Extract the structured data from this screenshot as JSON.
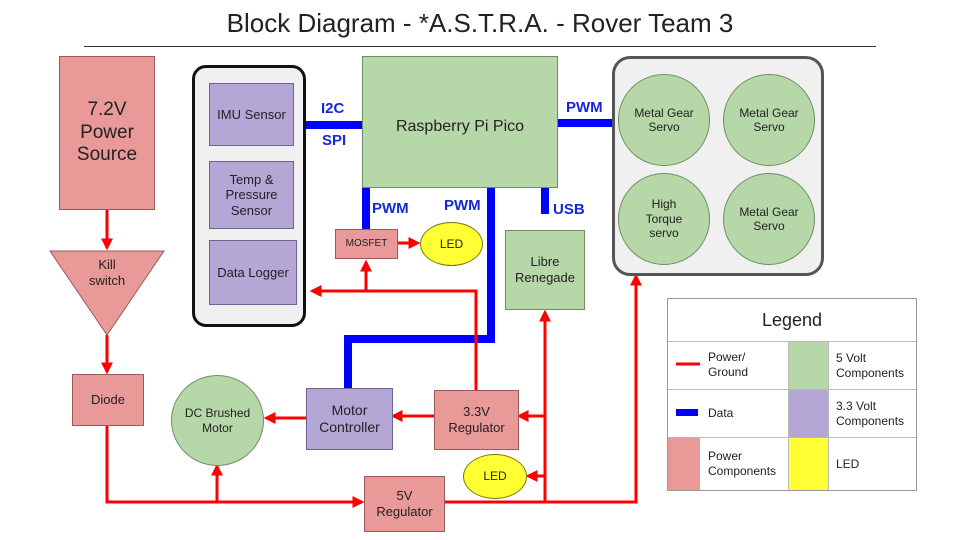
{
  "title": "Block Diagram - *A.S.T.R.A. - Rover Team 3",
  "blocks": {
    "power_source": "7.2V Power Source",
    "kill_switch": "Kill switch",
    "diode": "Diode",
    "dc_motor": "DC Brushed Motor",
    "motor_controller": "Motor Controller",
    "reg_33": "3.3V Regulator",
    "reg_5": "5V Regulator",
    "led_bottom": "LED",
    "imu": "IMU Sensor",
    "temp_pressure": "Temp & Pressure Sensor",
    "data_logger": "Data Logger",
    "pico": "Raspberry Pi Pico",
    "mosfet": "MOSFET",
    "led_top": "LED",
    "libre": "Libre Renegade",
    "servo_1": "Metal Gear Servo",
    "servo_2": "Metal Gear Servo",
    "servo_3": "High Torque servo",
    "servo_4": "Metal Gear Servo"
  },
  "link_labels": {
    "i2c": "I2C",
    "spi": "SPI",
    "pwm_servos": "PWM",
    "pwm_mosfet": "PWM",
    "pwm_motor": "PWM",
    "usb": "USB"
  },
  "legend": {
    "title": "Legend",
    "power_ground": "Power/ Ground",
    "data": "Data",
    "power_components": "Power Components",
    "five_volt": "5 Volt Components",
    "three_volt": "3.3 Volt Components",
    "led": "LED"
  },
  "colors": {
    "power_wire": "#ff0000",
    "data_wire": "#0000ff",
    "power_component": "#ea9999",
    "five_volt_component": "#b6d7a8",
    "three_volt_component": "#b4a7d6",
    "led": "#ffff33"
  }
}
